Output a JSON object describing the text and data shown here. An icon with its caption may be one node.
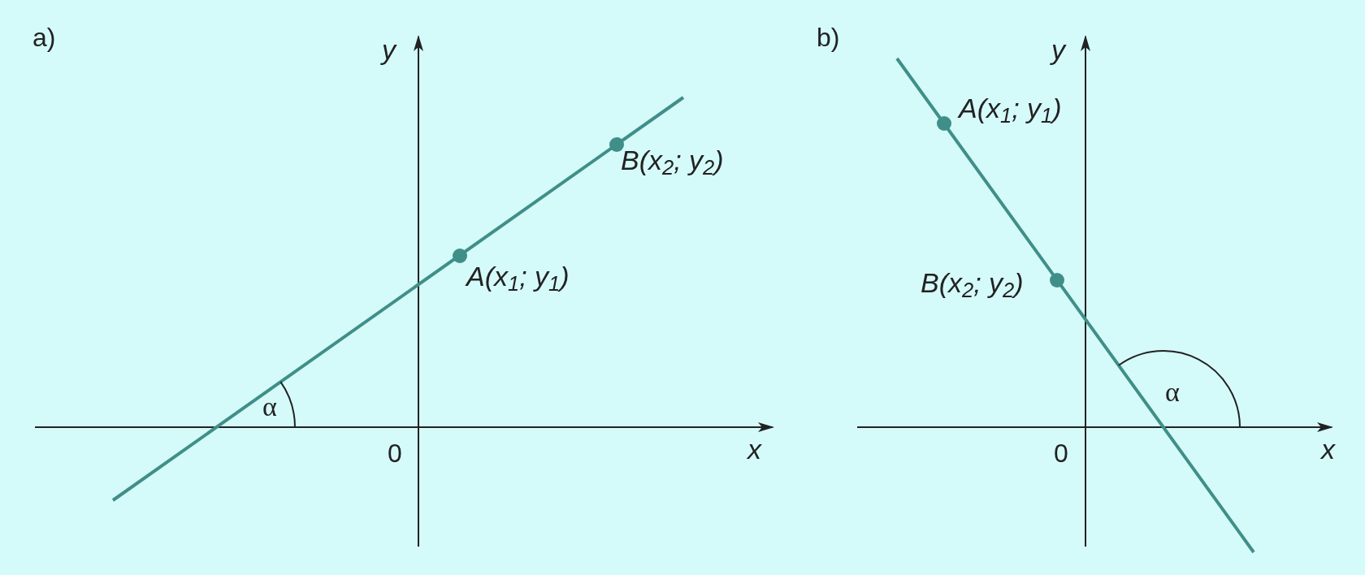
{
  "diagram": {
    "labels": [
      "a)",
      "y",
      "B(x$_{2}$; y$_{2}$)",
      "A(x$_{1}$; y$_{1}$)",
      "α",
      "0",
      "x",
      "b)",
      "y",
      "A(x$_{1}$; y$_{1}$)",
      "B(x$_{2}$; y$_{2}$)",
      "α",
      "0",
      "x"
    ]
  }
}
